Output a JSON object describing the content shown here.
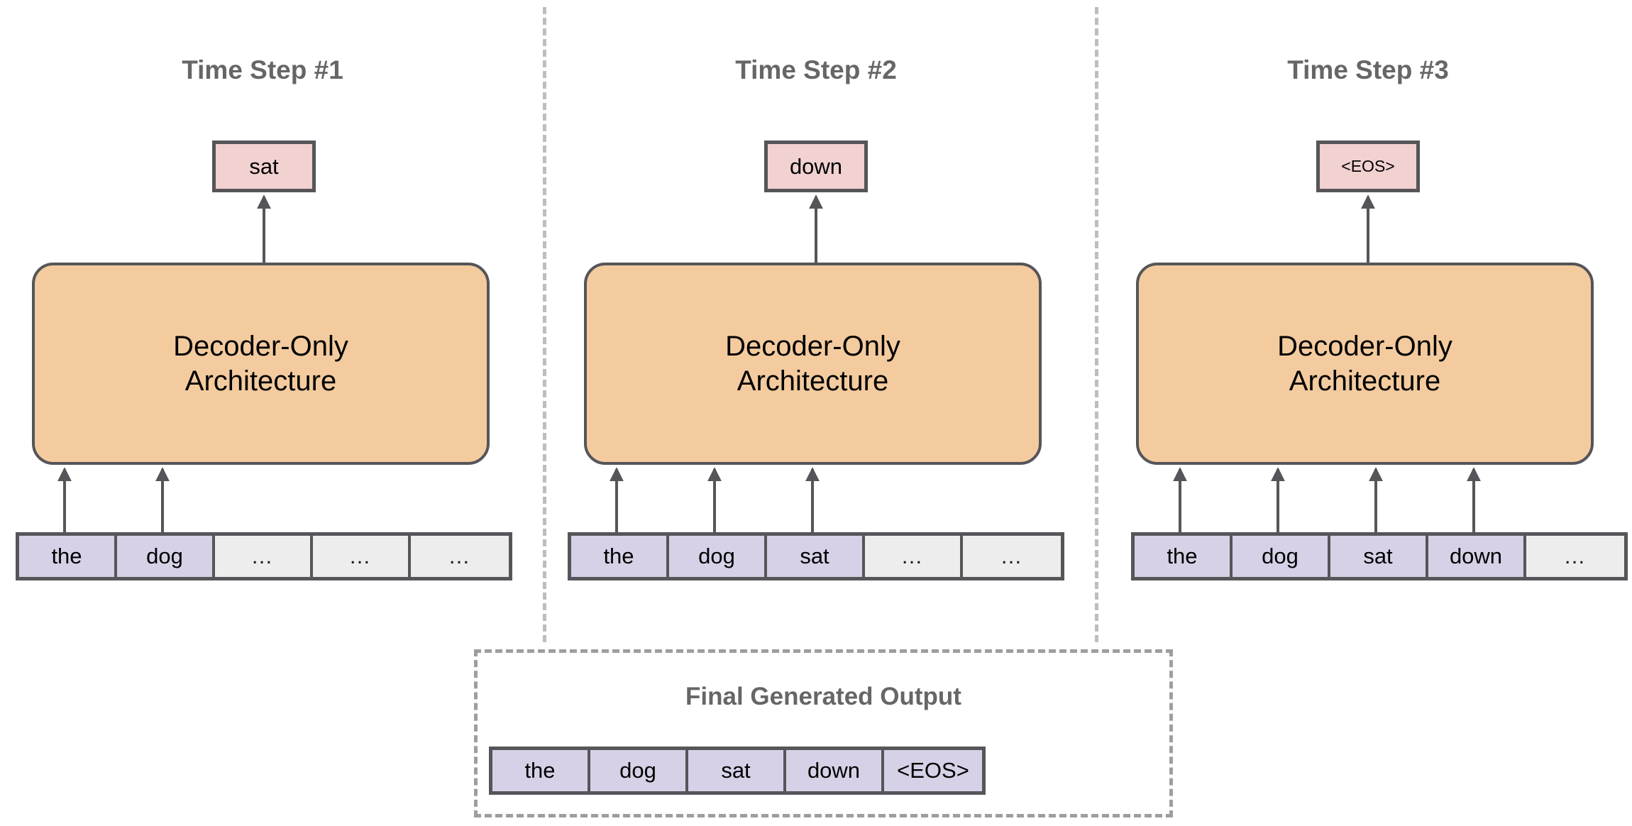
{
  "diagram": {
    "title_color": "#666666",
    "decoder_fill": "#F3CB9E",
    "output_fill": "#F2D1D1",
    "token_fill": "#D6D1E6",
    "empty_fill": "#EDEDED",
    "stroke": "#55555A"
  },
  "steps": [
    {
      "title": "Time Step #1",
      "emitted": "sat",
      "emitted_small": false,
      "decoder_line1": "Decoder-Only",
      "decoder_line2": "Architecture",
      "tokens": [
        {
          "text": "the",
          "filled": true
        },
        {
          "text": "dog",
          "filled": true
        },
        {
          "text": "…",
          "filled": false
        },
        {
          "text": "…",
          "filled": false
        },
        {
          "text": "…",
          "filled": false
        }
      ]
    },
    {
      "title": "Time Step #2",
      "emitted": "down",
      "emitted_small": false,
      "decoder_line1": "Decoder-Only",
      "decoder_line2": "Architecture",
      "tokens": [
        {
          "text": "the",
          "filled": true
        },
        {
          "text": "dog",
          "filled": true
        },
        {
          "text": "sat",
          "filled": true
        },
        {
          "text": "…",
          "filled": false
        },
        {
          "text": "…",
          "filled": false
        }
      ]
    },
    {
      "title": "Time Step #3",
      "emitted": "<EOS>",
      "emitted_small": true,
      "decoder_line1": "Decoder-Only",
      "decoder_line2": "Architecture",
      "tokens": [
        {
          "text": "the",
          "filled": true
        },
        {
          "text": "dog",
          "filled": true
        },
        {
          "text": "sat",
          "filled": true
        },
        {
          "text": "down",
          "filled": true
        },
        {
          "text": "…",
          "filled": false
        }
      ]
    }
  ],
  "final_output": {
    "title": "Final Generated Output",
    "tokens": [
      "the",
      "dog",
      "sat",
      "down",
      "<EOS>"
    ]
  }
}
